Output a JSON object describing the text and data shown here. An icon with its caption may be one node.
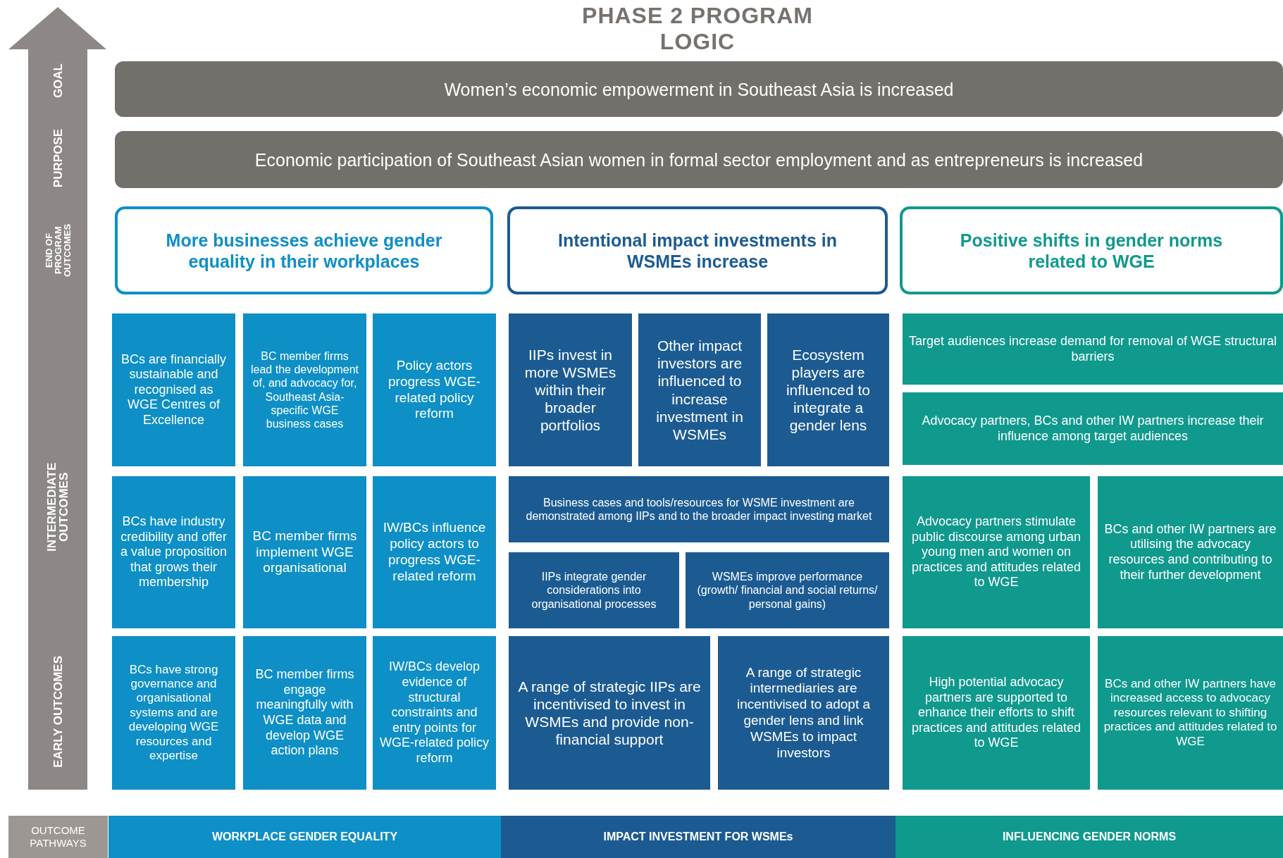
{
  "diagram": {
    "title": "PHASE 2 PROGRAM LOGIC",
    "nodes": [
      {
        "text": [
          "Women’s economic empowerment in Southeast Asia is increased"
        ]
      },
      {
        "text": [
          "Economic participation of Southeast Asian women in formal sector employment and as entrepreneurs is increased"
        ]
      },
      {
        "text": [
          "More businesses achieve gender equality in their workplaces"
        ]
      },
      {
        "text": [
          "Intentional impact investments in WSMEs increase"
        ]
      },
      {
        "text": [
          "Positive shifts in gender norms related to WGE"
        ]
      },
      {
        "text": [
          "BCs are financially sustainable and recognised as WGE Centres of Excellence"
        ]
      },
      {
        "text": [
          "BC member firms lead the development of, and advocacy for, Southeast Asia-specific WGE business cases"
        ]
      },
      {
        "text": [
          "Policy actors progress WGE-related policy reform"
        ]
      },
      {
        "text": [
          "IIPs invest in more WSMEs within their broader portfolios"
        ]
      },
      {
        "text": [
          "Other impact investors are influenced to increase investment in WSMEs"
        ]
      },
      {
        "text": [
          "Ecosystem players are influenced to integrate a gender lens"
        ]
      },
      {
        "text": [
          "Target audiences increase demand for removal of WGE structural barriers"
        ]
      },
      {
        "text": [
          "Advocacy partners, BCs and other IW partners increase their influence among target audiences"
        ]
      },
      {
        "text": [
          "BCs have industry credibility and offer a value proposition that grows their membership"
        ]
      },
      {
        "text": [
          "BC member firms implement WGE organisational"
        ]
      },
      {
        "text": [
          "IW/BCs influence policy actors to progress WGE-related reform"
        ]
      },
      {
        "text": [
          "Business cases and tools/resources for WSME investment are demonstrated among IIPs and to the broader impact investing market"
        ]
      },
      {
        "text": [
          "IIPs integrate gender considerations into organisational processes"
        ]
      },
      {
        "text": [
          "WSMEs improve performance (growth/ financial and social returns/ personal gains)"
        ]
      },
      {
        "text": [
          "Advocacy partners stimulate public discourse among urban young men and women on practices and attitudes related to WGE"
        ]
      },
      {
        "text": [
          "BCs and other IW partners are utilising the advocacy resources and contributing to their further development"
        ]
      },
      {
        "text": [
          "BCs have strong governance and organisational systems and are developing WGE resources and expertise"
        ]
      },
      {
        "text": [
          "BC member firms engage meaningfully with WGE data and develop WGE action plans"
        ]
      },
      {
        "text": [
          "IW/BCs develop evidence of structural constraints and entry points for WGE-related policy reform"
        ]
      },
      {
        "text": [
          "A range of strategic IIPs are incentivised to invest in WSMEs and provide non-financial support"
        ]
      },
      {
        "text": [
          "A range of strategic intermediaries are incentivised to adopt a gender lens and link WSMEs to impact investors"
        ]
      },
      {
        "text": [
          "High potential advocacy partners are supported to enhance their efforts to shift practices and attitudes related to WGE"
        ]
      },
      {
        "text": [
          "BCs and other IW partners have increased access to advocacy resources relevant to shifting practices and attitudes related to WGE"
        ]
      },
      {
        "text": [
          "OUTCOME PATHWAYS"
        ]
      },
      {
        "text": [
          "WORKPLACE GENDER EQUALITY"
        ]
      },
      {
        "text": [
          "IMPACT INVESTMENT FOR WSMEs"
        ]
      },
      {
        "text": [
          "INFLUENCING GENDER NORMS"
        ]
      }
    ],
    "edges": [],
    "labels": [
      "GOAL",
      "PURPOSE",
      "END OF PROGRAM OUTCOMES",
      "INTERMEDIATE OUTCOMES",
      "EARLY OUTCOMES"
    ]
  }
}
